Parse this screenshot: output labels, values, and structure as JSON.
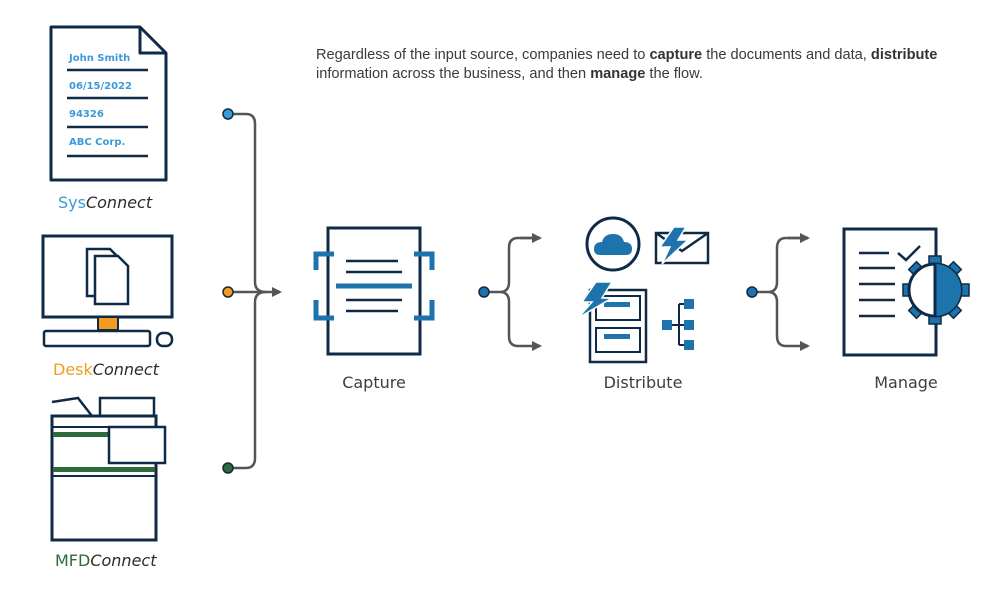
{
  "intro": {
    "part1": "Regardless of the input source, companies need to ",
    "bold1": "capture",
    "part2": " the documents and data, ",
    "bold2": "distribute",
    "part3": " information across the business, and then ",
    "bold3": "manage",
    "part4": " the flow."
  },
  "document_fields": [
    "John Smith",
    "06/15/2022",
    "94326",
    "ABC Corp."
  ],
  "sources": [
    {
      "brand": "Sys",
      "suffix": "Connect",
      "color": "#3b9ad9"
    },
    {
      "brand": "Desk",
      "suffix": "Connect",
      "color": "#f29c1f"
    },
    {
      "brand": "MFD",
      "suffix": "Connect",
      "color": "#2e6b3c"
    }
  ],
  "stages": [
    "Capture",
    "Distribute",
    "Manage"
  ],
  "colors": {
    "navy": "#0f2a47",
    "blue": "#1d73ab",
    "connector": "#555555"
  }
}
